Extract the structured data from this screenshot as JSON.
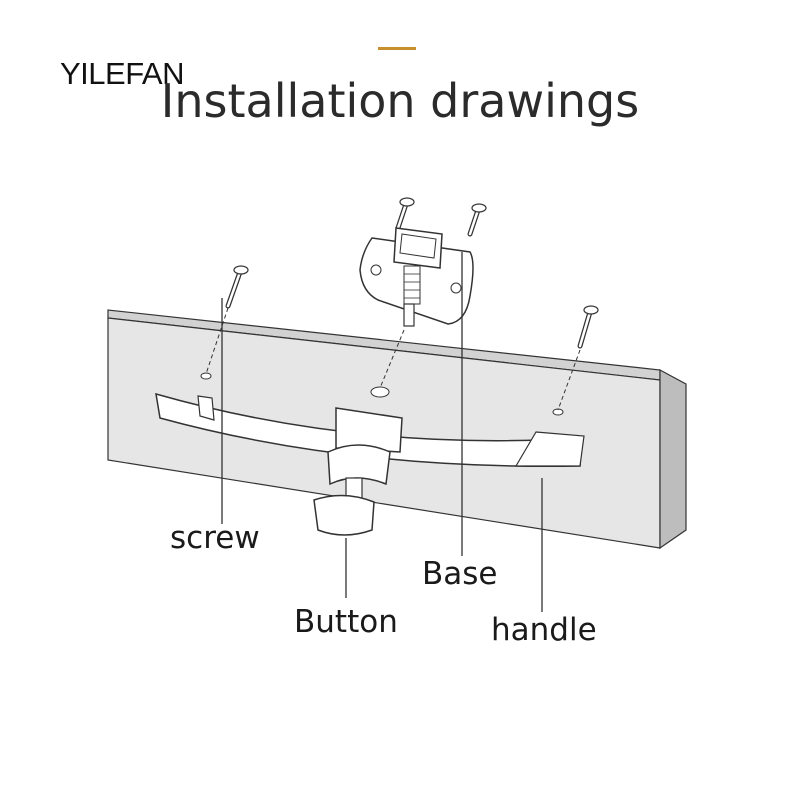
{
  "brand": "YILEFAN",
  "title": "Installation drawings",
  "colors": {
    "accent": "#c8902c",
    "outline": "#333333",
    "panel_face": "#e6e6e6",
    "panel_side": "#bdbdbd",
    "panel_top": "#d2d2d2"
  },
  "labels": {
    "screw": "screw",
    "base": "Base",
    "button": "Button",
    "handle": "handle"
  }
}
